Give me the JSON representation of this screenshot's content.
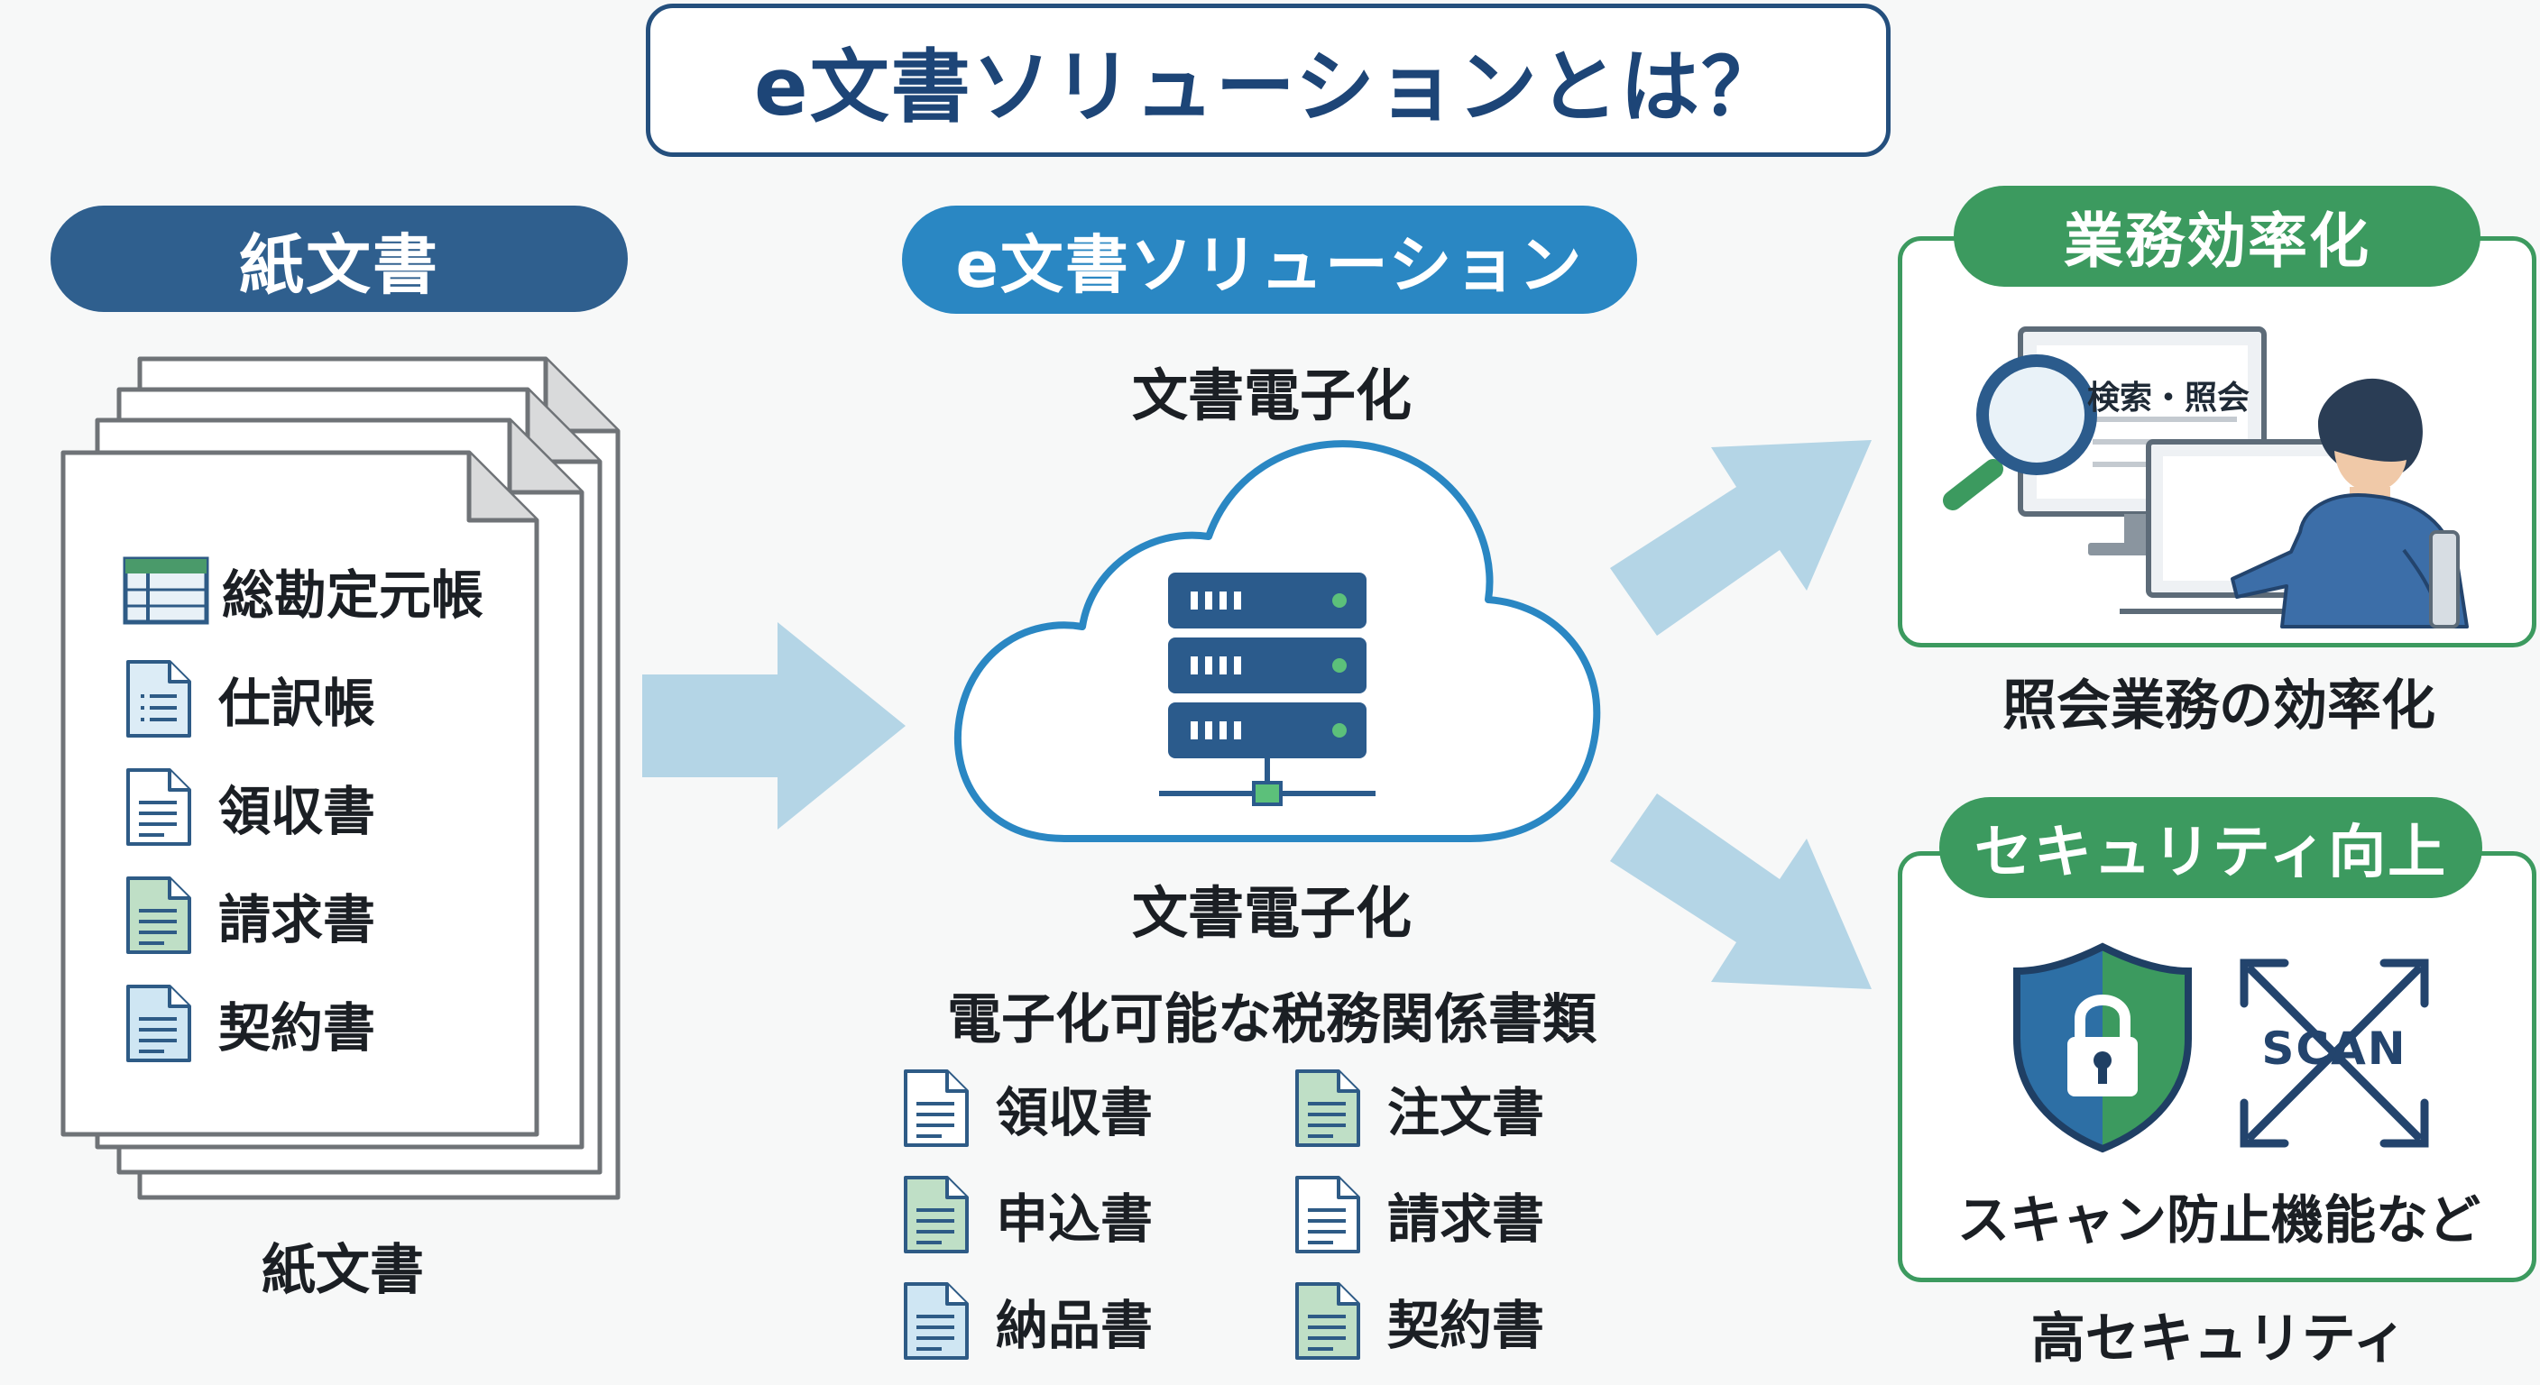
{
  "title": "e文書ソリューションとは？",
  "paper": {
    "header": "紙文書",
    "caption": "紙文書",
    "items": [
      {
        "label": "総勘定元帳",
        "icon": "ledger-icon"
      },
      {
        "label": "仕訳帳",
        "icon": "journal-document-icon"
      },
      {
        "label": "領収書",
        "icon": "receipt-document-icon"
      },
      {
        "label": "請求書",
        "icon": "invoice-document-icon"
      },
      {
        "label": "契約書",
        "icon": "contract-document-icon"
      }
    ]
  },
  "solution": {
    "header": "e文書ソリューション",
    "cloud_top_label": "文書電子化",
    "cloud_bottom_label": "文書電子化",
    "list_title": "電子化可能な税務関係書類",
    "documents": [
      {
        "label": "領収書",
        "icon": "receipt-document-icon"
      },
      {
        "label": "注文書",
        "icon": "order-document-icon"
      },
      {
        "label": "申込書",
        "icon": "application-document-icon"
      },
      {
        "label": "請求書",
        "icon": "invoice-document-icon"
      },
      {
        "label": "納品書",
        "icon": "delivery-document-icon"
      },
      {
        "label": "契約書",
        "icon": "contract-document-icon"
      }
    ]
  },
  "efficiency": {
    "header": "業務効率化",
    "screen_label": "検索・照会",
    "caption": "照会業務の効率化"
  },
  "security": {
    "header": "セキュリティ向上",
    "blocked_label": "SCAN",
    "inner_caption": "スキャン防止機能など",
    "caption": "高セキュリティ"
  },
  "colors": {
    "navy": "#244f7d",
    "blue": "#2a87c3",
    "green": "#3c9a5f",
    "arrow": "#b4d5e6"
  }
}
